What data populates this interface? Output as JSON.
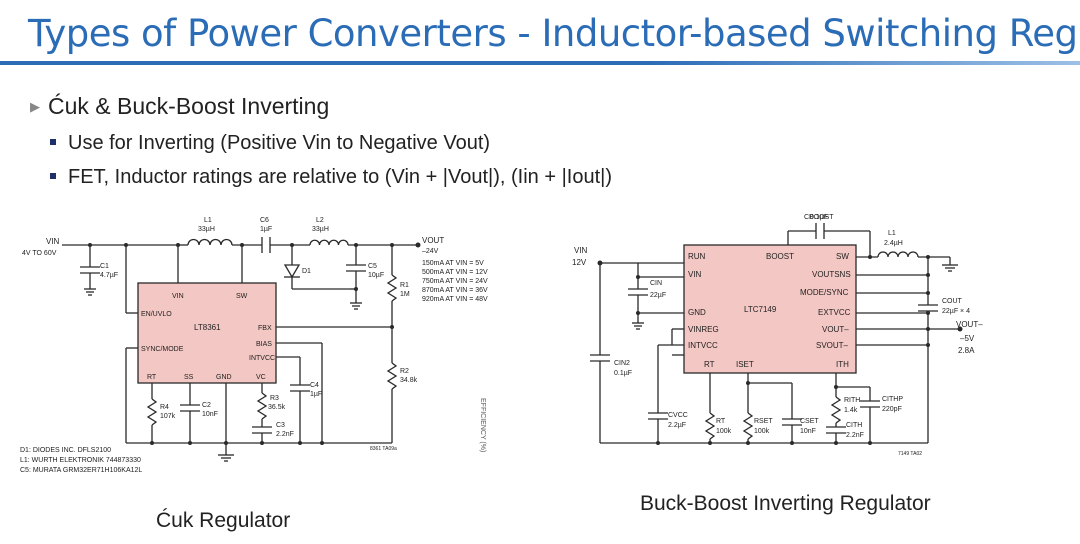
{
  "slide": {
    "title": "Types of Power Converters - Inductor-based Switching Reg.",
    "bullet_main": "Ćuk & Buck-Boost Inverting",
    "bullets": [
      "Use for Inverting (Positive Vin to Negative Vout)",
      "FET, Inductor ratings are relative to (Vin + |Vout|), (Iin + |Iout|)"
    ],
    "caption_left": "Ćuk Regulator",
    "caption_right": "Buck-Boost Inverting Regulator"
  },
  "cuk": {
    "ic": "LT8361",
    "vin_label": "VIN",
    "vin_range": "4V TO 60V",
    "vout_label": "VOUT",
    "vout_value": "–24V",
    "pins": [
      "VIN",
      "SW",
      "EN/UVLO",
      "FBX",
      "BIAS",
      "SYNC/MODE",
      "INTVCC",
      "RT",
      "SS",
      "GND",
      "VC"
    ],
    "components": {
      "c1": [
        "C1",
        "4.7µF"
      ],
      "l1": [
        "L1",
        "33µH"
      ],
      "c6": [
        "C6",
        "1µF"
      ],
      "l2": [
        "L2",
        "33µH"
      ],
      "d1": "D1",
      "c5": [
        "C5",
        "10µF"
      ],
      "r1": [
        "R1",
        "1M"
      ],
      "r2": [
        "R2",
        "34.8k"
      ],
      "r4": [
        "R4",
        "107k"
      ],
      "c2": [
        "C2",
        "10nF"
      ],
      "r3": [
        "R3",
        "36.5k"
      ],
      "c3": [
        "C3",
        "2.2nF"
      ],
      "c4": [
        "C4",
        "1µF"
      ]
    },
    "load_table": [
      "150mA AT VIN = 5V",
      "500mA AT VIN = 12V",
      "750mA AT VIN = 24V",
      "870mA AT VIN = 36V",
      "920mA AT VIN = 48V"
    ],
    "notes": [
      "D1: DIODES INC. DFLS2100",
      "L1: WURTH ELEKTRONIK 744873330",
      "C5: MURATA GRM32ER71H106KA12L"
    ],
    "ref": "8361 TA09a",
    "efficiency": "EFFICIENCY (%)"
  },
  "bbi": {
    "ic": "LTC7149",
    "vin_label": "VIN",
    "vin_value": "12V",
    "vout_label": "VOUT–",
    "vout_value": "–5V",
    "iout": "2.8A",
    "pins": [
      "RUN",
      "BOOST",
      "SW",
      "VIN",
      "VOUTSNS",
      "MODE/SYNC",
      "GND",
      "EXTVCC",
      "VINREG",
      "VOUT–",
      "INTVCC",
      "SVOUT–",
      "RT",
      "ISET",
      "ITH"
    ],
    "components": {
      "cboost": [
        "CBOOST",
        "0.1µF"
      ],
      "l1": [
        "L1",
        "2.4µH"
      ],
      "cin": [
        "CIN",
        "22µF"
      ],
      "cin2": [
        "CIN2",
        "0.1µF"
      ],
      "cout": [
        "COUT",
        "22µF × 4"
      ],
      "cvcc": [
        "CVCC",
        "2.2µF"
      ],
      "rt": [
        "RT",
        "100k"
      ],
      "rset": [
        "RSET",
        "100k"
      ],
      "cset": [
        "CSET",
        "10nF"
      ],
      "rith": [
        "RITH",
        "1.4k"
      ],
      "cith": [
        "CITH",
        "2.2nF"
      ],
      "cithp": [
        "CITHP",
        "220pF"
      ]
    },
    "ref": "7149 TA02"
  }
}
